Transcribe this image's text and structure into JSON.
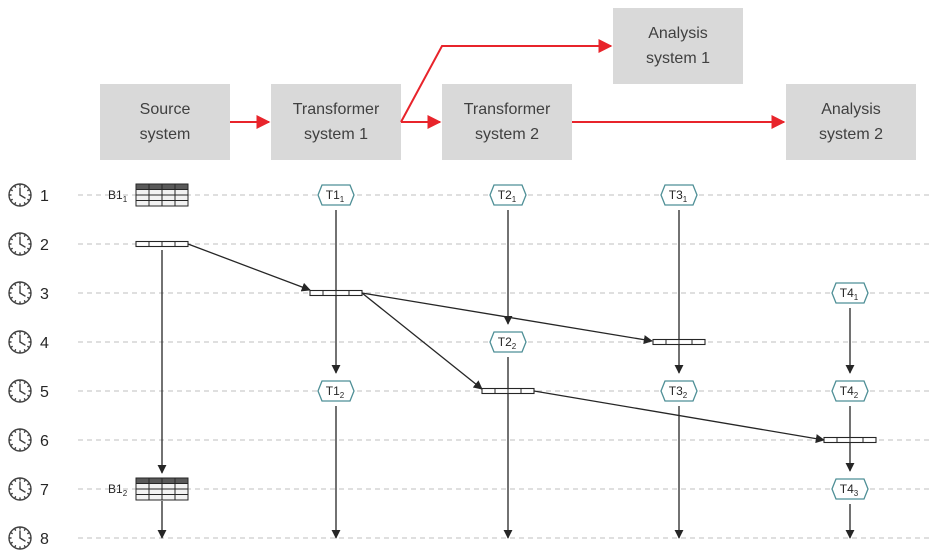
{
  "systems": [
    {
      "id": "source",
      "lines": [
        "Source",
        "system"
      ]
    },
    {
      "id": "t1",
      "lines": [
        "Transformer",
        "system 1"
      ]
    },
    {
      "id": "t2",
      "lines": [
        "Transformer",
        "system 2"
      ]
    },
    {
      "id": "a1",
      "lines": [
        "Analysis",
        "system 1"
      ]
    },
    {
      "id": "a2",
      "lines": [
        "Analysis",
        "system 2"
      ]
    }
  ],
  "time_steps": [
    "1",
    "2",
    "3",
    "4",
    "5",
    "6",
    "7",
    "8"
  ],
  "tags": [
    {
      "col": "t1",
      "time": 1,
      "base": "T1",
      "sub": "1"
    },
    {
      "col": "t1",
      "time": 5,
      "base": "T1",
      "sub": "2"
    },
    {
      "col": "t2",
      "time": 1,
      "base": "T2",
      "sub": "1"
    },
    {
      "col": "t2",
      "time": 4,
      "base": "T2",
      "sub": "2"
    },
    {
      "col": "a1",
      "time": 1,
      "base": "T3",
      "sub": "1"
    },
    {
      "col": "a1",
      "time": 5,
      "base": "T3",
      "sub": "2"
    },
    {
      "col": "a2",
      "time": 3,
      "base": "T4",
      "sub": "1"
    },
    {
      "col": "a2",
      "time": 5,
      "base": "T4",
      "sub": "2"
    },
    {
      "col": "a2",
      "time": 7,
      "base": "T4",
      "sub": "3"
    }
  ],
  "batches": [
    {
      "time": 1,
      "base": "B1",
      "sub": "1"
    },
    {
      "time": 7,
      "base": "B1",
      "sub": "2"
    }
  ],
  "colors": {
    "box": "#d9d9d9",
    "header_arrow": "#e8242b",
    "tag_border": "#4e8f96"
  }
}
